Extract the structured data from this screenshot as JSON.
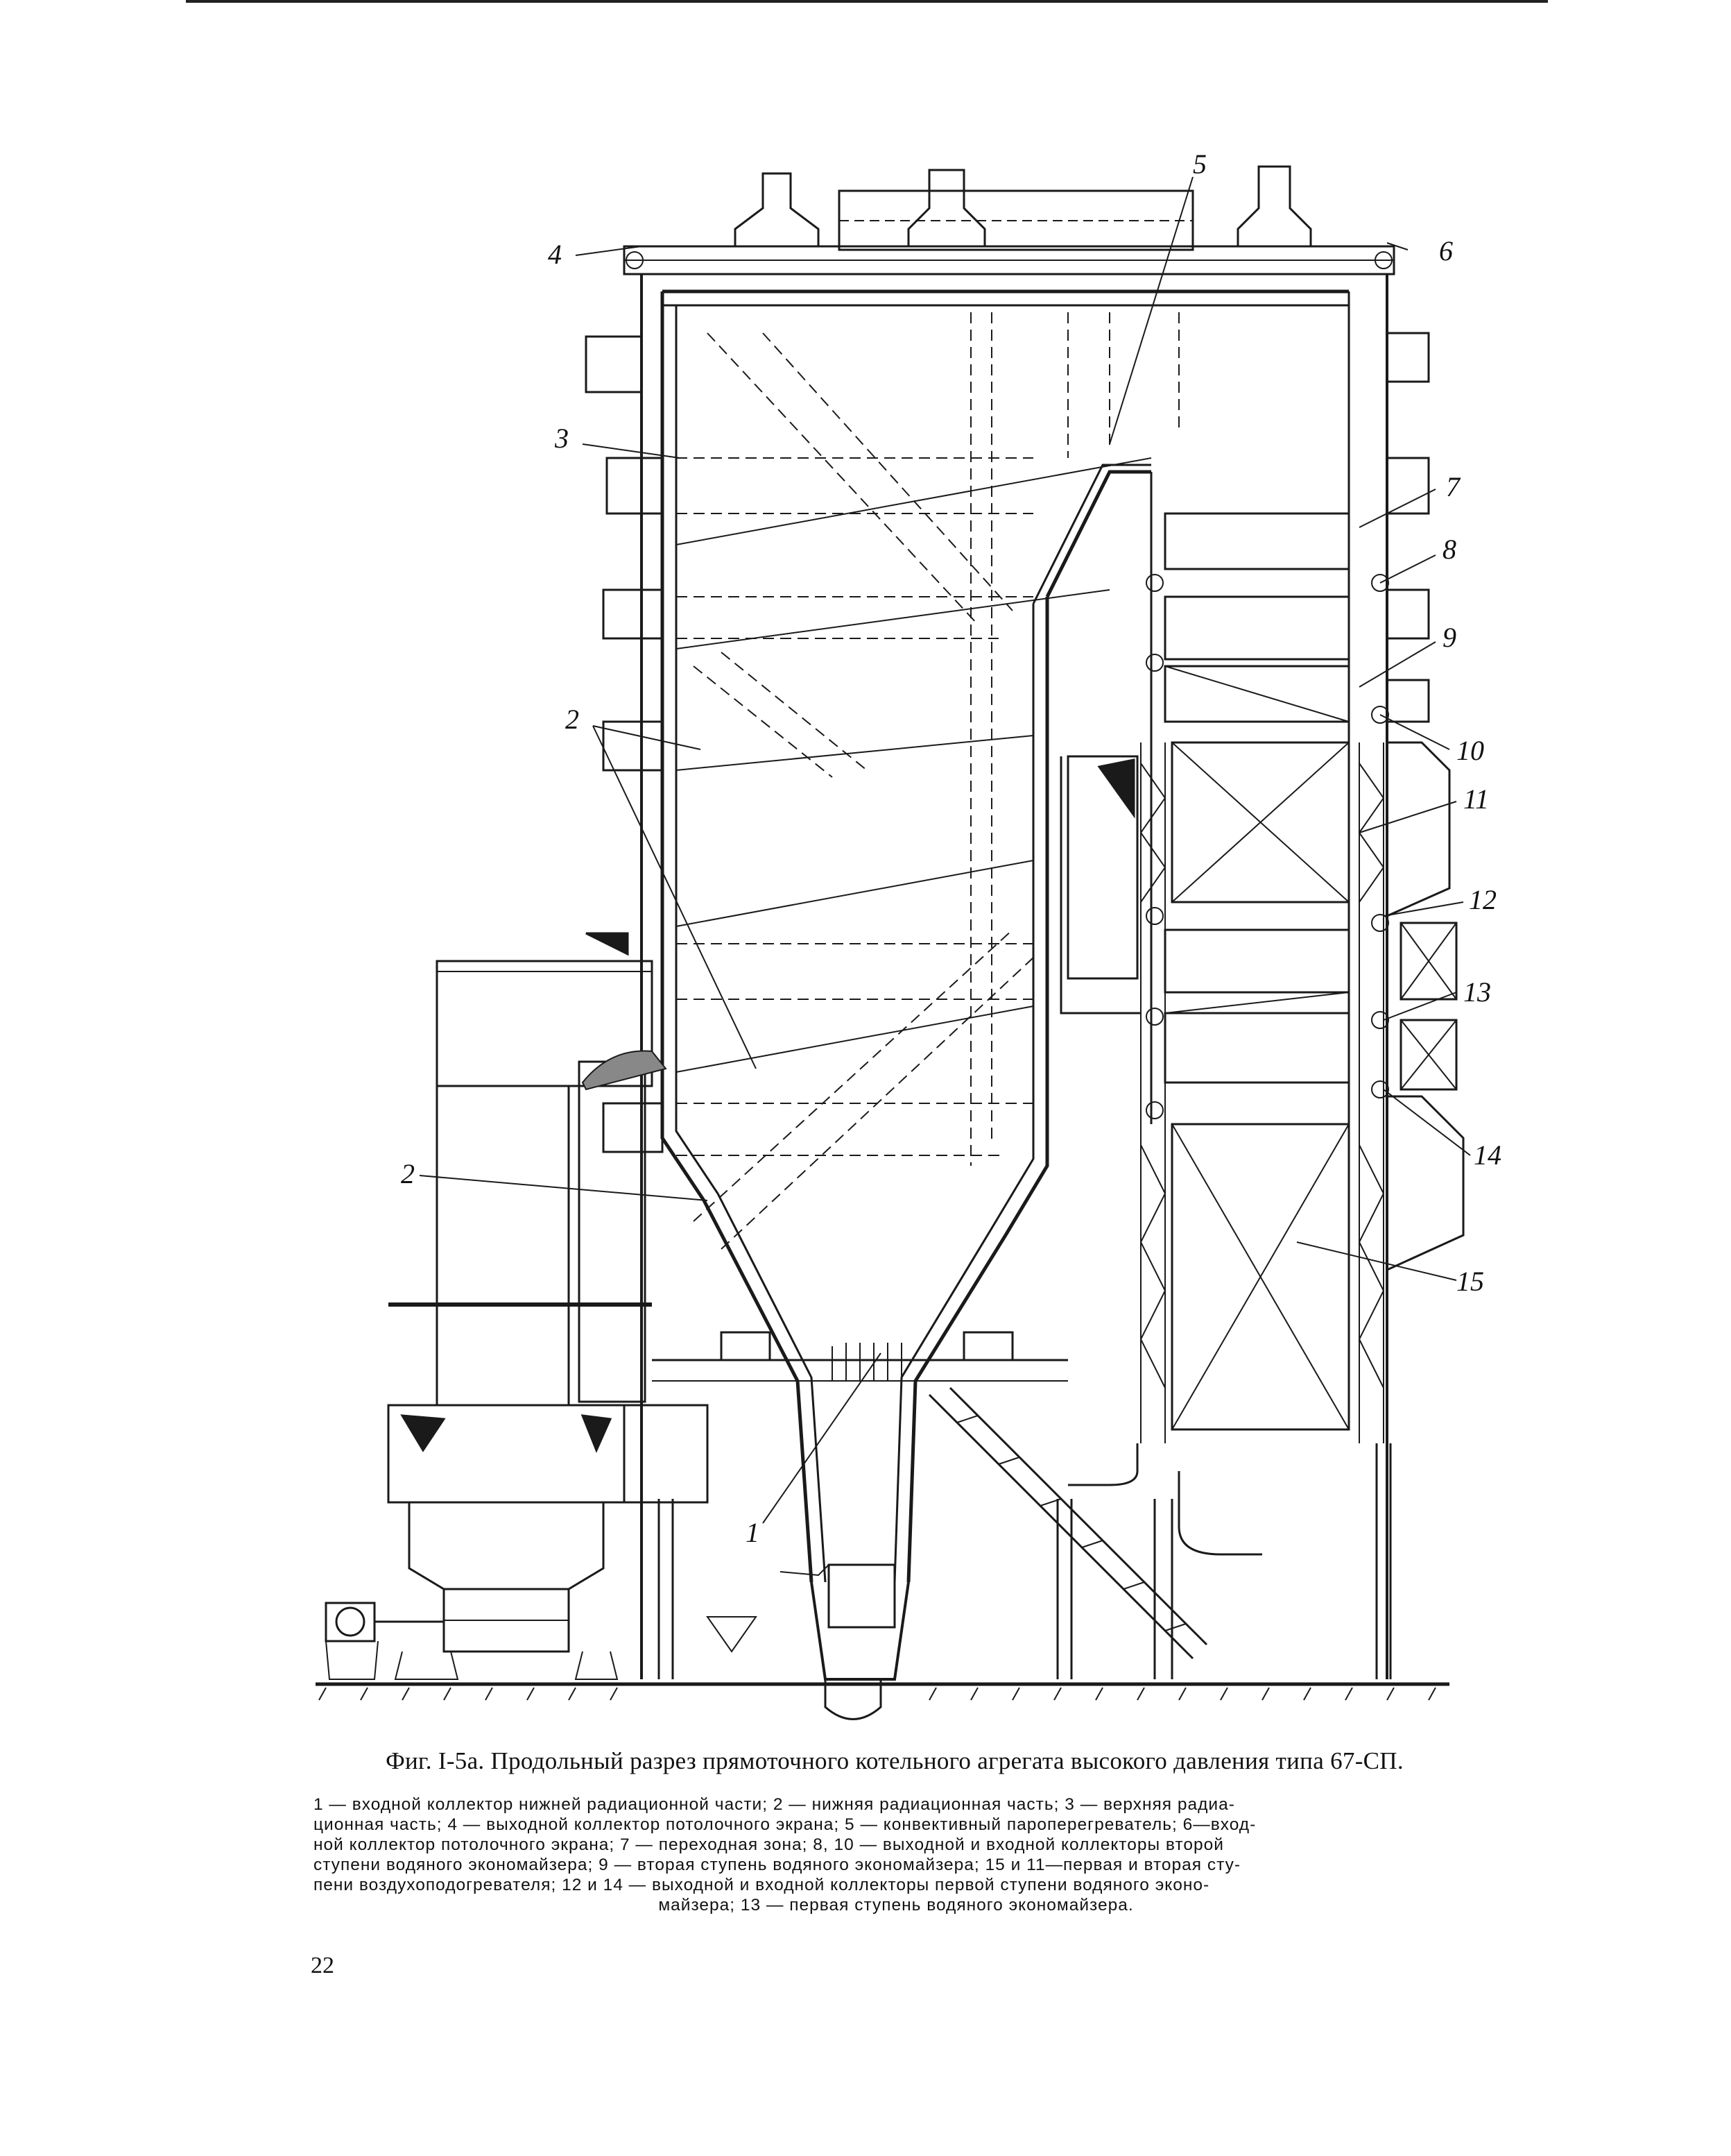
{
  "caption": "Фиг. I-5а. Продольный разрез прямоточного котельного агрегата высокого давления типа 67-СП.",
  "legend_lines": [
    "1 — входной коллектор нижней радиационной части; 2 — нижняя радиационная часть; 3 — верхняя радиа-",
    "ционная часть; 4 — выходной коллектор потолочного экрана; 5 — конвективный пароперегреватель; 6—вход-",
    "ной коллектор потолочного экрана; 7 — переходная зона; 8, 10 — выходной и входной коллекторы второй",
    "ступени водяного экономайзера; 9 — вторая ступень водяного экономайзера; 15 и 11—первая и вторая сту-",
    "пени воздухоподогревателя; 12 и 14 — выходной и входной коллекторы первой ступени водяного эконо-",
    "майзера; 13 — первая ступень водяного экономайзера."
  ],
  "callouts": {
    "c1": "1",
    "c2a": "2",
    "c2b": "2",
    "c3": "3",
    "c4": "4",
    "c5": "5",
    "c6": "6",
    "c7": "7",
    "c8": "8",
    "c9": "9",
    "c10": "10",
    "c11": "11",
    "c12": "12",
    "c13": "13",
    "c14": "14",
    "c15": "15"
  },
  "page_number": "22"
}
